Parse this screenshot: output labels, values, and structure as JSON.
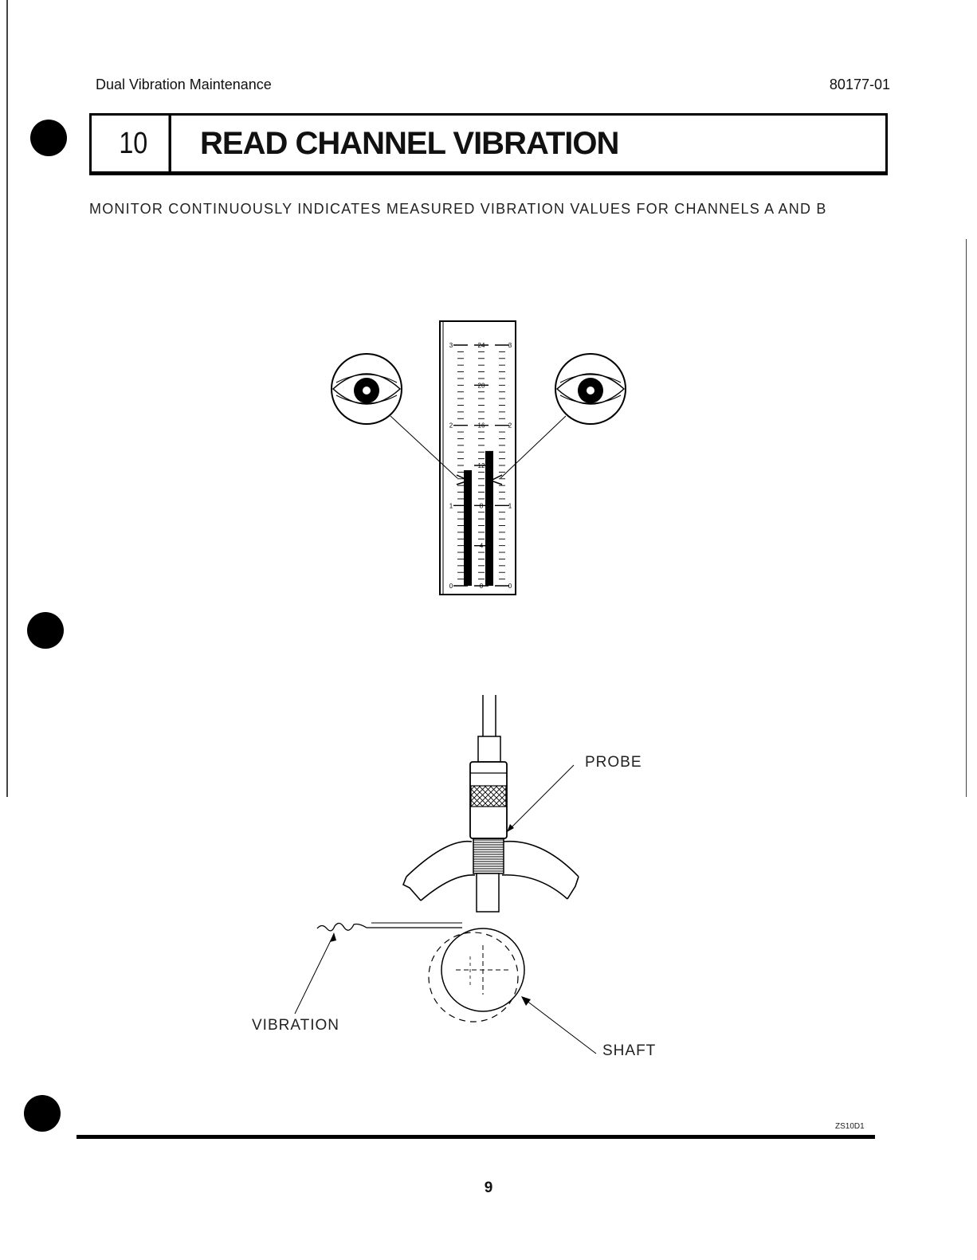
{
  "header": {
    "left": "Dual Vibration Maintenance",
    "right": "80177-01"
  },
  "section": {
    "number": "10",
    "title": "READ CHANNEL VIBRATION"
  },
  "intro": "MONITOR CONTINUOUSLY INDICATES MEASURED VIBRATION VALUES FOR CHANNELS A AND B",
  "meter": {
    "left_scale": [
      "3",
      "2",
      "1",
      "0"
    ],
    "center_scale": [
      "24",
      "20",
      "16",
      "12",
      "8",
      "4",
      "0"
    ],
    "right_scale": [
      "3",
      "2",
      "1",
      "0"
    ],
    "channel_a_level": 0.48,
    "channel_b_level": 0.56
  },
  "labels": {
    "probe": "PROBE",
    "vibration": "VIBRATION",
    "shaft": "SHAFT"
  },
  "footer": {
    "code": "ZS10D1",
    "page": "9"
  }
}
